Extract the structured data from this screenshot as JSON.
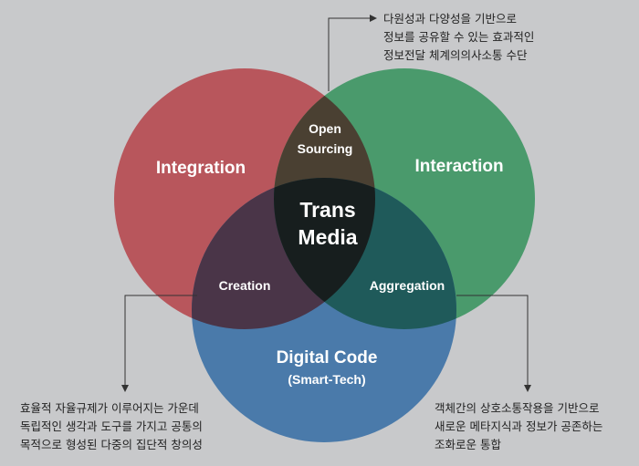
{
  "colors": {
    "background": "#c8c9cb",
    "integration": "#b8565c",
    "interaction": "#4a9a6c",
    "digital_code": "#4a7aaa",
    "open_sourcing": "#4a4032",
    "creation": "#4a3548",
    "aggregation": "#1f5a5a",
    "center": "#171e1e",
    "text_light": "#ffffff",
    "text_dark": "#222222"
  },
  "circles": {
    "integration": "Integration",
    "interaction": "Interaction",
    "digital_code": "Digital Code",
    "digital_code_sub": "(Smart-Tech)"
  },
  "overlaps": {
    "open_sourcing_1": "Open",
    "open_sourcing_2": "Sourcing",
    "creation": "Creation",
    "aggregation": "Aggregation",
    "center_1": "Trans",
    "center_2": "Media"
  },
  "notes": {
    "top": [
      "다원성과 다양성을 기반으로",
      "정보를 공유할 수 있는 효과적인",
      "정보전달 체계의의사소통 수단"
    ],
    "bottom_left": [
      "효율적 자율규제가 이루어지는 가운데",
      "독립적인 생각과 도구를 가지고 공통의",
      "목적으로 형성된 다중의 집단적 창의성"
    ],
    "bottom_right": [
      "객체간의 상호소통작용을 기반으로",
      "새로운 메타지식과 정보가 공존하는",
      "조화로운 통합"
    ]
  }
}
